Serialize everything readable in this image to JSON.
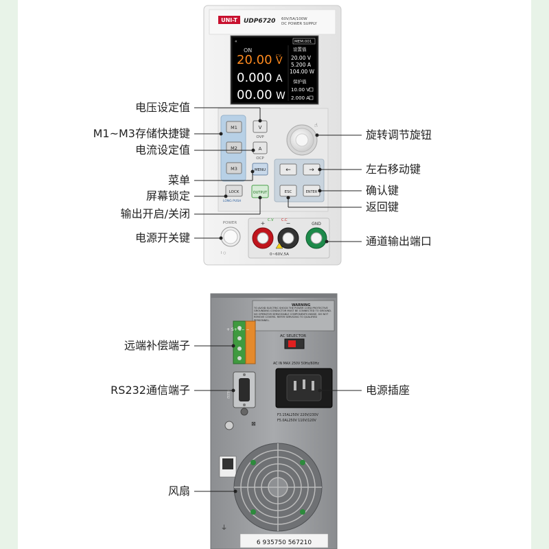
{
  "device": {
    "brand": "UNI-T",
    "model": "UDP6720",
    "spec_line1": "60V/5A/100W",
    "spec_line2": "DC POWER SUPPLY"
  },
  "screen": {
    "mem": "MEM:001",
    "status": "ON",
    "mode": "CV",
    "voltage": "20.00",
    "voltage_unit": "V",
    "current": "0.000",
    "current_unit": "A",
    "power": "00.00",
    "power_unit": "W",
    "set_title": "设置值",
    "set_voltage": "20.00 V",
    "set_current": "5.200 A",
    "set_power": "104.00 W",
    "protect_title": "保护值",
    "protect_voltage": "10.00 V",
    "protect_current": "2.000 A"
  },
  "buttons": {
    "m1": "M1",
    "m2": "M2",
    "m3": "M3",
    "v": "V",
    "ovp": "OVP",
    "a": "A",
    "ocp": "OCP",
    "menu": "MENU",
    "lock": "LOCK",
    "long_push": "LONG PUSH",
    "output": "OUTPUT",
    "esc": "ESC",
    "enter": "ENTER",
    "power": "POWER"
  },
  "terminals": {
    "cv": "C.V",
    "cc": "C.C",
    "plus": "+",
    "minus": "−",
    "gnd": "GND",
    "range": "0~60V,5A"
  },
  "rear": {
    "warning_title": "WARNING",
    "warning_text": "TO AVOID ELECTRIC SHOCK THE POWER CORD PROTECTIVE GROUNDING CONDUCTOR MUST BE CONNECTED TO GROUND. NO OPERATOR SERVICEABLE COMPONENTS INSIDE. DO NOT REMOVE COVERS. REFER SERVICING TO QUALIFIED PERSONNEL.",
    "ac_selector": "AC SELECTOR",
    "ac_input": "AC IN MAX 250V 50Hz/60Hz",
    "fuse_line1": "F3.15AL250V  220V/230V",
    "fuse_line2": "F5.0AL250V  110V/120V",
    "barcode_number": "6 935750 567210",
    "rs232": "RS232"
  },
  "labels": {
    "voltage_set": "电压设定值",
    "memory_keys": "M1~M3存储快捷键",
    "current_set": "电流设定值",
    "menu": "菜单",
    "screen_lock": "屏幕锁定",
    "output_toggle": "输出开启/关闭",
    "power_switch": "电源开关键",
    "rotary_knob": "旋转调节旋钮",
    "left_right_keys": "左右移动键",
    "confirm_key": "确认键",
    "back_key": "返回键",
    "output_terminals": "通道输出端口",
    "remote_sense": "远端补偿端子",
    "rs232_port": "RS232通信端子",
    "fan": "风扇",
    "power_socket": "电源插座"
  }
}
